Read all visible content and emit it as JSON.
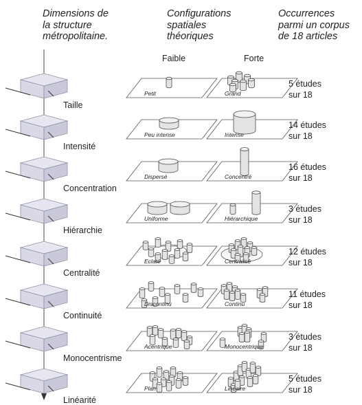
{
  "headers": {
    "dimensions": [
      "Dimensions de",
      "la structure",
      "métropolitaine."
    ],
    "configurations": [
      "Configurations",
      "spatiales",
      "théoriques"
    ],
    "occurrences": [
      "Occurrences",
      "parmi un corpus",
      "de 18 articles"
    ]
  },
  "columns": {
    "weak": "Faible",
    "strong": "Forte"
  },
  "rows": [
    {
      "dimension": "Taille",
      "weak_label": "Petit",
      "strong_label": "Grand",
      "count_line1": "5 études",
      "count_line2": "sur 18"
    },
    {
      "dimension": "Intensité",
      "weak_label": "Peu intense",
      "strong_label": "Intense",
      "count_line1": "14 études",
      "count_line2": "sur 18"
    },
    {
      "dimension": "Concentration",
      "weak_label": "Dispersé",
      "strong_label": "Concentré",
      "count_line1": "16 études",
      "count_line2": "sur 18"
    },
    {
      "dimension": "Hiérarchie",
      "weak_label": "Uniforme",
      "strong_label": "Hiérarchique",
      "count_line1": "3 études",
      "count_line2": "sur 18"
    },
    {
      "dimension": "Centralité",
      "weak_label": "Eclaté",
      "strong_label": "Centralisé",
      "count_line1": "12 études",
      "count_line2": "sur 18"
    },
    {
      "dimension": "Continuité",
      "weak_label": "Discontinu",
      "strong_label": "Continu",
      "count_line1": "11 études",
      "count_line2": "sur 18"
    },
    {
      "dimension": "Monocentrisme",
      "weak_label": "Acentrique",
      "strong_label": "Monocentrique",
      "count_line1": "3 études",
      "count_line2": "sur 18"
    },
    {
      "dimension": "Linéarité",
      "weak_label": "Plan",
      "strong_label": "Linéaire",
      "count_line1": "5 études",
      "count_line2": "sur 18"
    }
  ],
  "colors": {
    "cube_face": "#d9d9e6",
    "cube_edge": "#8e8ea8",
    "cylinder_fill": "#e3e3e3",
    "cylinder_edge": "#4a4a4a",
    "plane_edge": "#555555"
  }
}
